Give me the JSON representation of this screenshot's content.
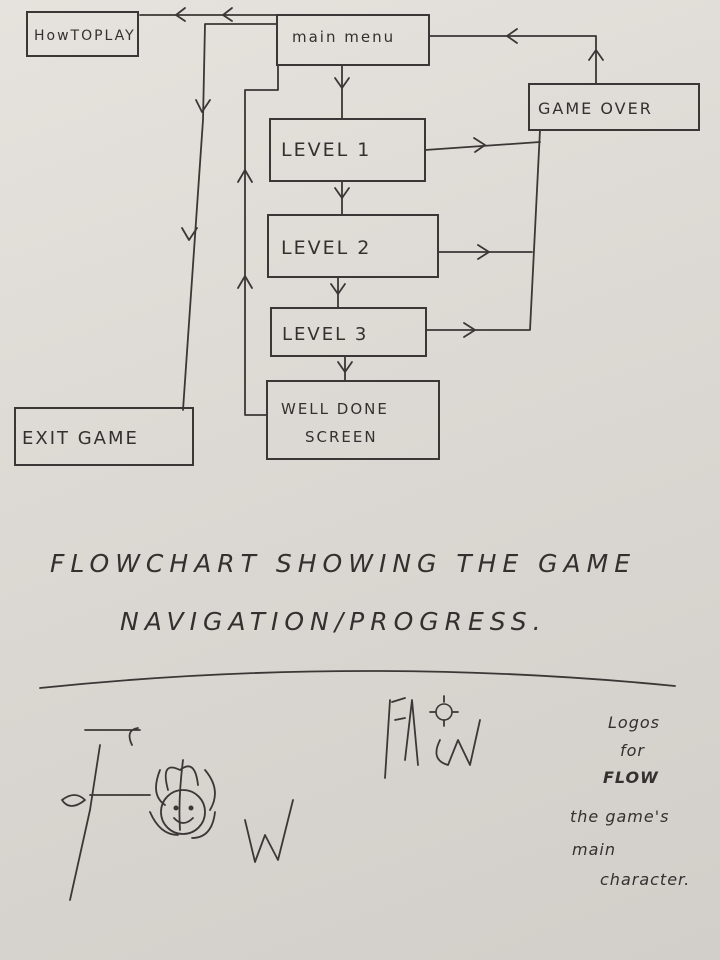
{
  "flowchart": {
    "nodes": [
      {
        "id": "how_to_play",
        "label": "HowTOPLAY"
      },
      {
        "id": "main_menu",
        "label": "main menu"
      },
      {
        "id": "game_over",
        "label": "GAME OVER"
      },
      {
        "id": "level_1",
        "label": "LEVEL 1"
      },
      {
        "id": "level_2",
        "label": "LEVEL 2"
      },
      {
        "id": "level_3",
        "label": "LEVEL 3"
      },
      {
        "id": "well_done",
        "label_line1": "WELL DONE",
        "label_line2": "SCREEN"
      },
      {
        "id": "exit_game",
        "label": "EXIT GAME"
      }
    ],
    "edges": [
      {
        "from": "main_menu",
        "to": "how_to_play"
      },
      {
        "from": "main_menu",
        "to": "level_1"
      },
      {
        "from": "main_menu",
        "to": "exit_game"
      },
      {
        "from": "level_1",
        "to": "level_2"
      },
      {
        "from": "level_2",
        "to": "level_3"
      },
      {
        "from": "level_3",
        "to": "well_done"
      },
      {
        "from": "well_done",
        "to": "main_menu"
      },
      {
        "from": "level_1",
        "to": "game_over"
      },
      {
        "from": "level_2",
        "to": "game_over"
      },
      {
        "from": "level_3",
        "to": "game_over"
      },
      {
        "from": "game_over",
        "to": "main_menu"
      }
    ]
  },
  "caption": {
    "line1": "FLOWCHART SHOWING THE GAME",
    "line2": "NAVIGATION/PROGRESS."
  },
  "logos": {
    "logo_1_word": "FLOW",
    "logo_2_word": "FLOW",
    "note_line1": "Logos",
    "note_line2": "for",
    "note_line3": "FLOW",
    "note_line4": "the game's",
    "note_line5": "main",
    "note_line6": "character."
  },
  "colors": {
    "ink": "#33312f",
    "paper": "#e6e2dd"
  }
}
